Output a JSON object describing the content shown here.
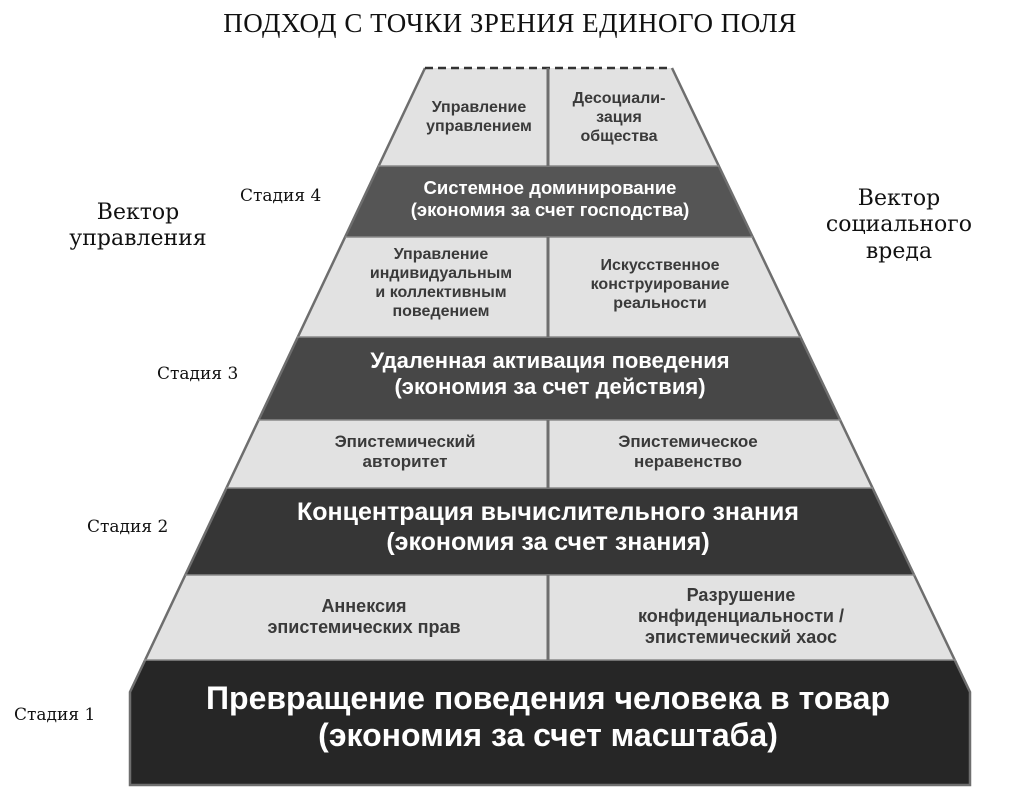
{
  "title": "ПОДХОД С ТОЧКИ ЗРЕНИЯ ЕДИНОГО ПОЛЯ",
  "left_vector": [
    "Вектор",
    "управления"
  ],
  "right_vector": [
    "Вектор",
    "социального",
    "вреда"
  ],
  "stages": [
    {
      "label": "Стадия 4",
      "title": "Системное доминирование",
      "subtitle": "(экономия за счет господства)",
      "left_cell": [
        "Управление",
        "управлением"
      ],
      "right_cell": [
        "Десоциали-",
        "зация",
        "общества"
      ],
      "color": "#555555"
    },
    {
      "label": "Стадия 3",
      "title": "Удаленная активация поведения",
      "subtitle": "(экономия за счет действия)",
      "left_cell": [
        "Управление",
        "индивидуальным",
        "и коллективным",
        "поведением"
      ],
      "right_cell": [
        "Искусственное",
        "конструирование",
        "реальности"
      ],
      "color": "#474747"
    },
    {
      "label": "Стадия 2",
      "title": "Концентрация вычислительного знания",
      "subtitle": "(экономия за счет знания)",
      "left_cell": [
        "Эпистемический",
        "авторитет"
      ],
      "right_cell": [
        "Эпистемическое",
        "неравенство"
      ],
      "color": "#363636"
    },
    {
      "label": "Стадия 1",
      "title": "Превращение поведения человека в товар",
      "subtitle": "(экономия за счет масштаба)",
      "left_cell": [
        "Аннексия",
        "эпистемических прав"
      ],
      "right_cell": [
        "Разрушение",
        "конфиденциальности /",
        "эпистемический хаос"
      ],
      "color": "#262626"
    }
  ],
  "colors": {
    "light": "#e2e2e2",
    "edge": "#6e6e6e"
  }
}
